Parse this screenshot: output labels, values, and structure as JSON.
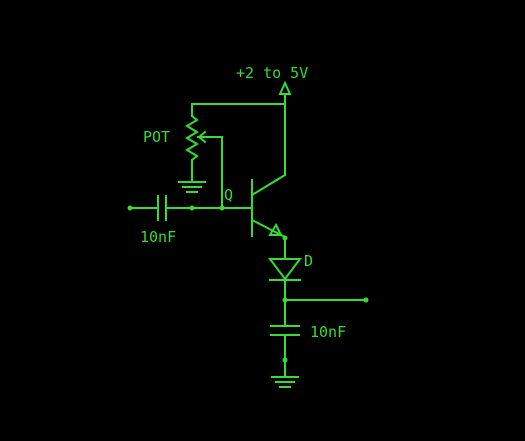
{
  "diagram": {
    "supply_label": "+2 to 5V",
    "pot_label": "POT",
    "transistor_label": "Q",
    "input_cap_label": "10nF",
    "diode_label": "D",
    "output_cap_label": "10nF"
  },
  "colors": {
    "background": "#000000",
    "trace": "#33dd33"
  }
}
